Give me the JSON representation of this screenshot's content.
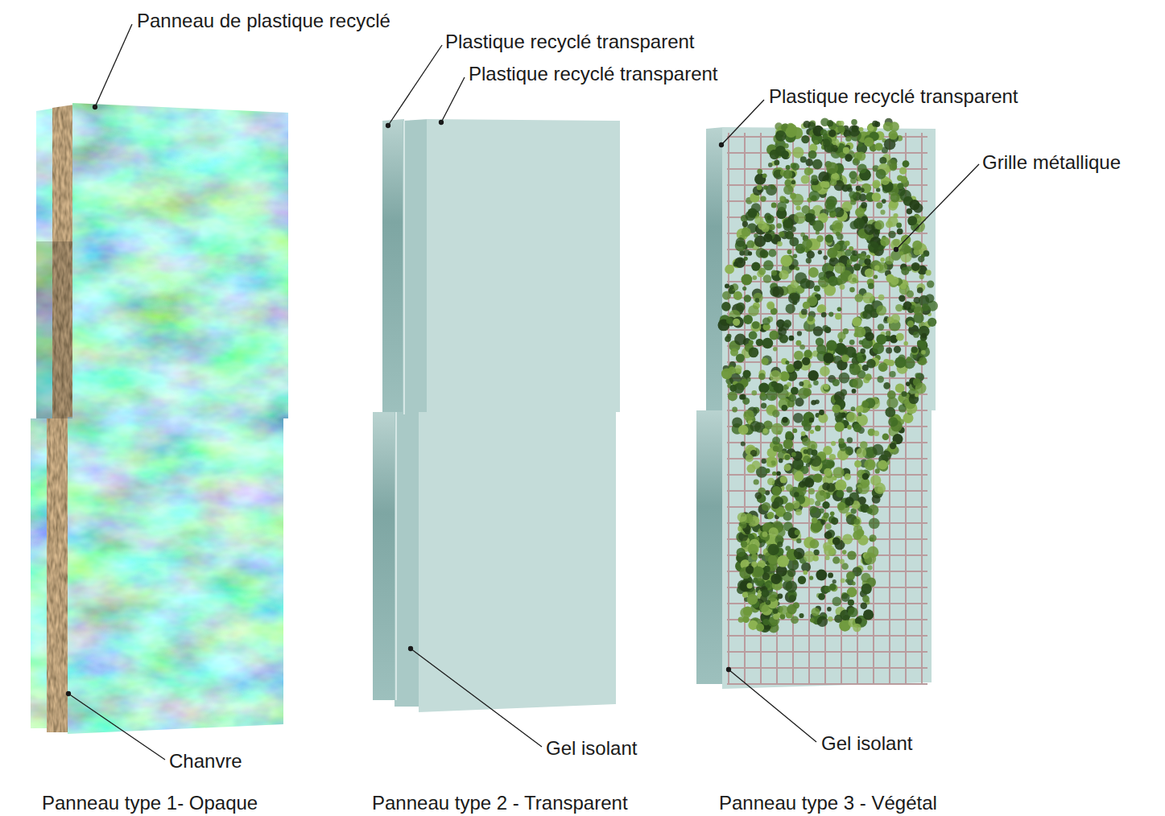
{
  "diagram": {
    "labels": [
      "Panneau de plastique recyclé",
      "Plastique recyclé transparent",
      "Plastique recyclé transparent",
      "Plastique recyclé transparent",
      "Grille métallique",
      "Chanvre",
      "Gel isolant",
      "Gel isolant",
      "Panneau type 1- Opaque",
      "Panneau type 2 - Transparent",
      "Panneau type 3 - Végétal"
    ]
  }
}
